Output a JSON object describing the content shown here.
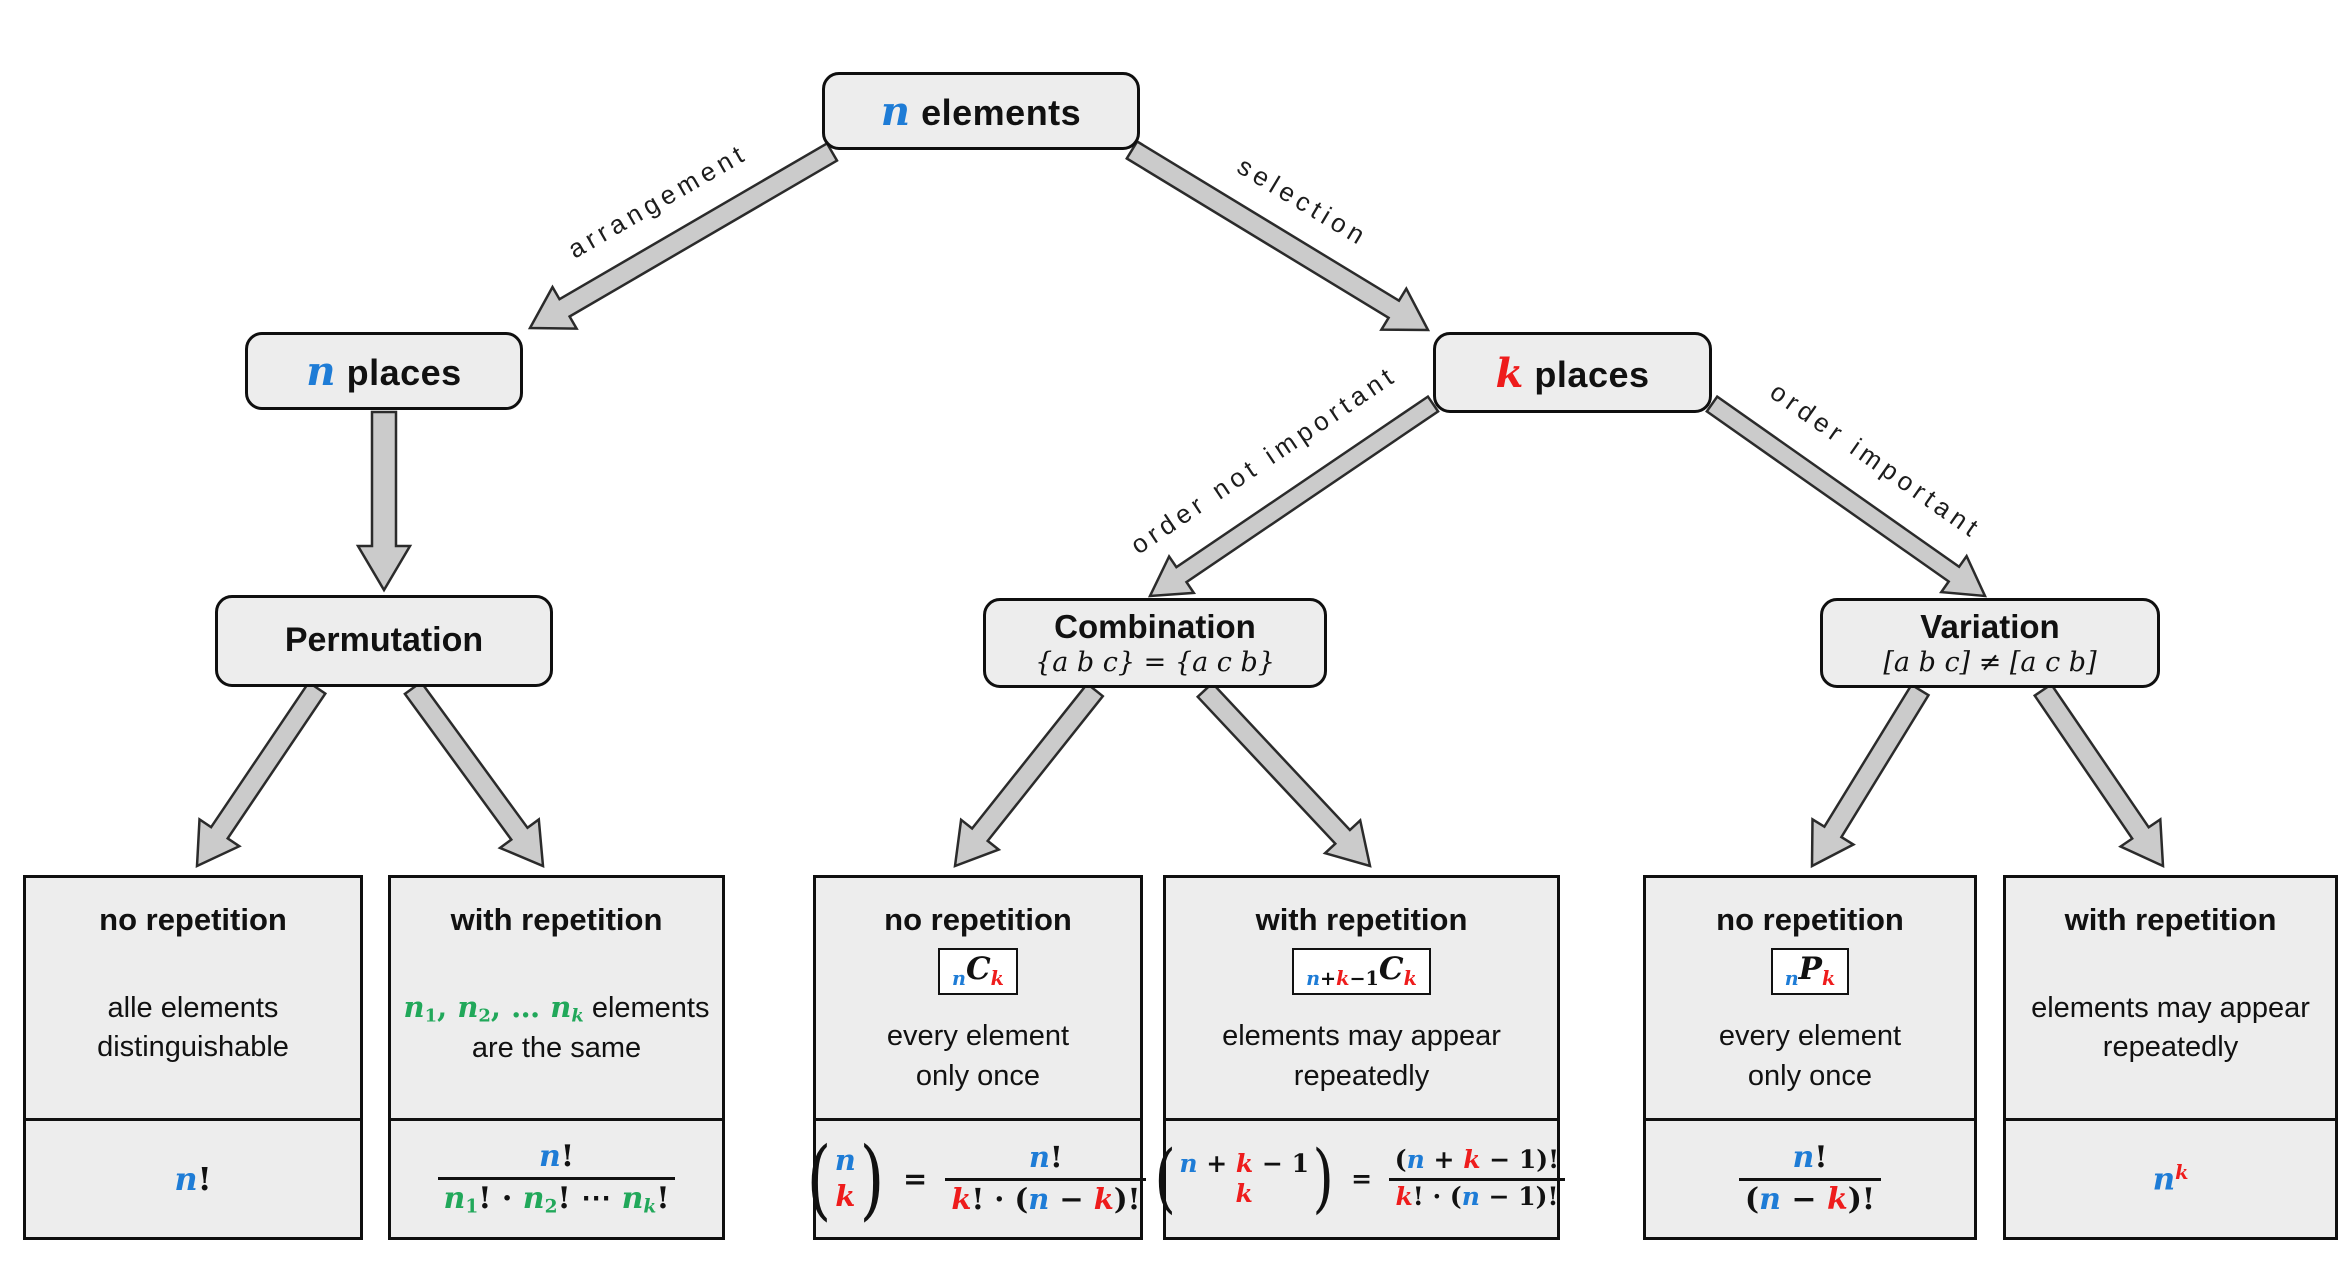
{
  "colors": {
    "blue": "#1e7cd6",
    "red": "#ee1c1c",
    "green": "#21a85a",
    "black": "#111111"
  },
  "edges": [
    {
      "label": "arrangement"
    },
    {
      "label": "selection"
    },
    {
      "label": "order not important"
    },
    {
      "label": "order important"
    }
  ],
  "nodes": {
    "root": {
      "label": [
        {
          "t": "n",
          "c": "blue",
          "v": 1
        },
        {
          "t": " elements"
        }
      ]
    },
    "n_places": {
      "label": [
        {
          "t": "n",
          "c": "blue",
          "v": 1
        },
        {
          "t": " places"
        }
      ]
    },
    "k_places": {
      "label": [
        {
          "t": "k",
          "c": "red",
          "v": 1
        },
        {
          "t": " places"
        }
      ]
    },
    "permutation": {
      "title": "Permutation"
    },
    "combination": {
      "title": "Combination",
      "subtitle": "{a b c} = {a c b}"
    },
    "variation": {
      "title": "Variation",
      "subtitle": "[a b c] ≠ [a c b]"
    }
  },
  "leaves": [
    {
      "title": "no repetition",
      "desc": [
        [
          {
            "t": "alle elements"
          }
        ],
        [
          {
            "t": "distinguishable"
          }
        ]
      ],
      "formula": [
        {
          "type": "tokens",
          "tokens": [
            {
              "t": "n",
              "c": "blue",
              "v": 1
            },
            {
              "t": "!"
            }
          ]
        }
      ]
    },
    {
      "title": "with repetition",
      "desc": [
        [
          {
            "t": "n",
            "c": "green",
            "v": 1
          },
          {
            "t": "1",
            "c": "green",
            "b": 1,
            "sub": 1
          },
          {
            "t": ", ",
            "c": "green",
            "b": 1
          },
          {
            "t": "n",
            "c": "green",
            "v": 1
          },
          {
            "t": "2",
            "c": "green",
            "b": 1,
            "sub": 1
          },
          {
            "t": ", … ",
            "c": "green",
            "b": 1
          },
          {
            "t": "n",
            "c": "green",
            "v": 1
          },
          {
            "t": "k",
            "c": "green",
            "v": 1,
            "sub": 1
          },
          {
            "t": " elements"
          }
        ],
        [
          {
            "t": "are the same"
          }
        ]
      ],
      "formula": [
        {
          "type": "frac",
          "num": [
            {
              "t": "n",
              "c": "blue",
              "v": 1
            },
            {
              "t": "!"
            }
          ],
          "den": [
            {
              "t": "n",
              "c": "green",
              "v": 1
            },
            {
              "t": "1",
              "c": "green",
              "b": 1,
              "sub": 1
            },
            {
              "t": "! · "
            },
            {
              "t": "n",
              "c": "green",
              "v": 1
            },
            {
              "t": "2",
              "c": "green",
              "b": 1,
              "sub": 1
            },
            {
              "t": "! ⋯ "
            },
            {
              "t": "n",
              "c": "green",
              "v": 1
            },
            {
              "t": "k",
              "c": "green",
              "v": 1,
              "sub": 1
            },
            {
              "t": "!"
            }
          ]
        }
      ]
    },
    {
      "title": "no repetition",
      "badge": [
        {
          "t": "n",
          "c": "blue",
          "v": 1,
          "sub": 1
        },
        {
          "t": "C",
          "v": 1
        },
        {
          "t": "k",
          "c": "red",
          "v": 1,
          "sub": 1
        }
      ],
      "desc": [
        [
          {
            "t": "every element"
          }
        ],
        [
          {
            "t": "only once"
          }
        ]
      ],
      "formula": [
        {
          "type": "binom",
          "top": [
            {
              "t": "n",
              "c": "blue",
              "v": 1
            }
          ],
          "bottom": [
            {
              "t": "k",
              "c": "red",
              "v": 1
            }
          ]
        },
        {
          "type": "tokens",
          "tokens": [
            {
              "t": " = "
            }
          ]
        },
        {
          "type": "frac",
          "num": [
            {
              "t": "n",
              "c": "blue",
              "v": 1
            },
            {
              "t": "!"
            }
          ],
          "den": [
            {
              "t": "k",
              "c": "red",
              "v": 1
            },
            {
              "t": "! · ("
            },
            {
              "t": "n",
              "c": "blue",
              "v": 1
            },
            {
              "t": " − "
            },
            {
              "t": "k",
              "c": "red",
              "v": 1
            },
            {
              "t": ")!"
            }
          ]
        }
      ]
    },
    {
      "title": "with repetition",
      "badge": [
        {
          "t": "n",
          "c": "blue",
          "v": 1,
          "sub": 1
        },
        {
          "t": "+",
          "sub": 1
        },
        {
          "t": "k",
          "c": "red",
          "v": 1,
          "sub": 1
        },
        {
          "t": "−1",
          "sub": 1
        },
        {
          "t": "C",
          "v": 1
        },
        {
          "t": "k",
          "c": "red",
          "v": 1,
          "sub": 1
        }
      ],
      "desc": [
        [
          {
            "t": "elements may appear"
          }
        ],
        [
          {
            "t": "repeatedly"
          }
        ]
      ],
      "formula": [
        {
          "type": "binom",
          "top": [
            {
              "t": "n",
              "c": "blue",
              "v": 1
            },
            {
              "t": " + "
            },
            {
              "t": "k",
              "c": "red",
              "v": 1
            },
            {
              "t": " − 1"
            }
          ],
          "bottom": [
            {
              "t": "k",
              "c": "red",
              "v": 1
            }
          ]
        },
        {
          "type": "tokens",
          "tokens": [
            {
              "t": " = "
            }
          ]
        },
        {
          "type": "frac",
          "num": [
            {
              "t": "("
            },
            {
              "t": "n",
              "c": "blue",
              "v": 1
            },
            {
              "t": " + "
            },
            {
              "t": "k",
              "c": "red",
              "v": 1
            },
            {
              "t": " − 1)!"
            }
          ],
          "den": [
            {
              "t": "k",
              "c": "red",
              "v": 1
            },
            {
              "t": "! · ("
            },
            {
              "t": "n",
              "c": "blue",
              "v": 1
            },
            {
              "t": " − 1)!"
            }
          ]
        }
      ]
    },
    {
      "title": "no repetition",
      "badge": [
        {
          "t": "n",
          "c": "blue",
          "v": 1,
          "sub": 1
        },
        {
          "t": "P",
          "v": 1
        },
        {
          "t": "k",
          "c": "red",
          "v": 1,
          "sub": 1
        }
      ],
      "desc": [
        [
          {
            "t": "every element"
          }
        ],
        [
          {
            "t": "only once"
          }
        ]
      ],
      "formula": [
        {
          "type": "frac",
          "num": [
            {
              "t": "n",
              "c": "blue",
              "v": 1
            },
            {
              "t": "!"
            }
          ],
          "den": [
            {
              "t": "("
            },
            {
              "t": "n",
              "c": "blue",
              "v": 1
            },
            {
              "t": " − "
            },
            {
              "t": "k",
              "c": "red",
              "v": 1
            },
            {
              "t": ")!"
            }
          ]
        }
      ]
    },
    {
      "title": "with repetition",
      "desc": [
        [
          {
            "t": "elements may appear"
          }
        ],
        [
          {
            "t": "repeatedly"
          }
        ]
      ],
      "formula": [
        {
          "type": "tokens",
          "tokens": [
            {
              "t": "n",
              "c": "blue",
              "v": 1
            },
            {
              "t": "k",
              "c": "red",
              "v": 1,
              "sup": 1
            }
          ]
        }
      ]
    }
  ]
}
